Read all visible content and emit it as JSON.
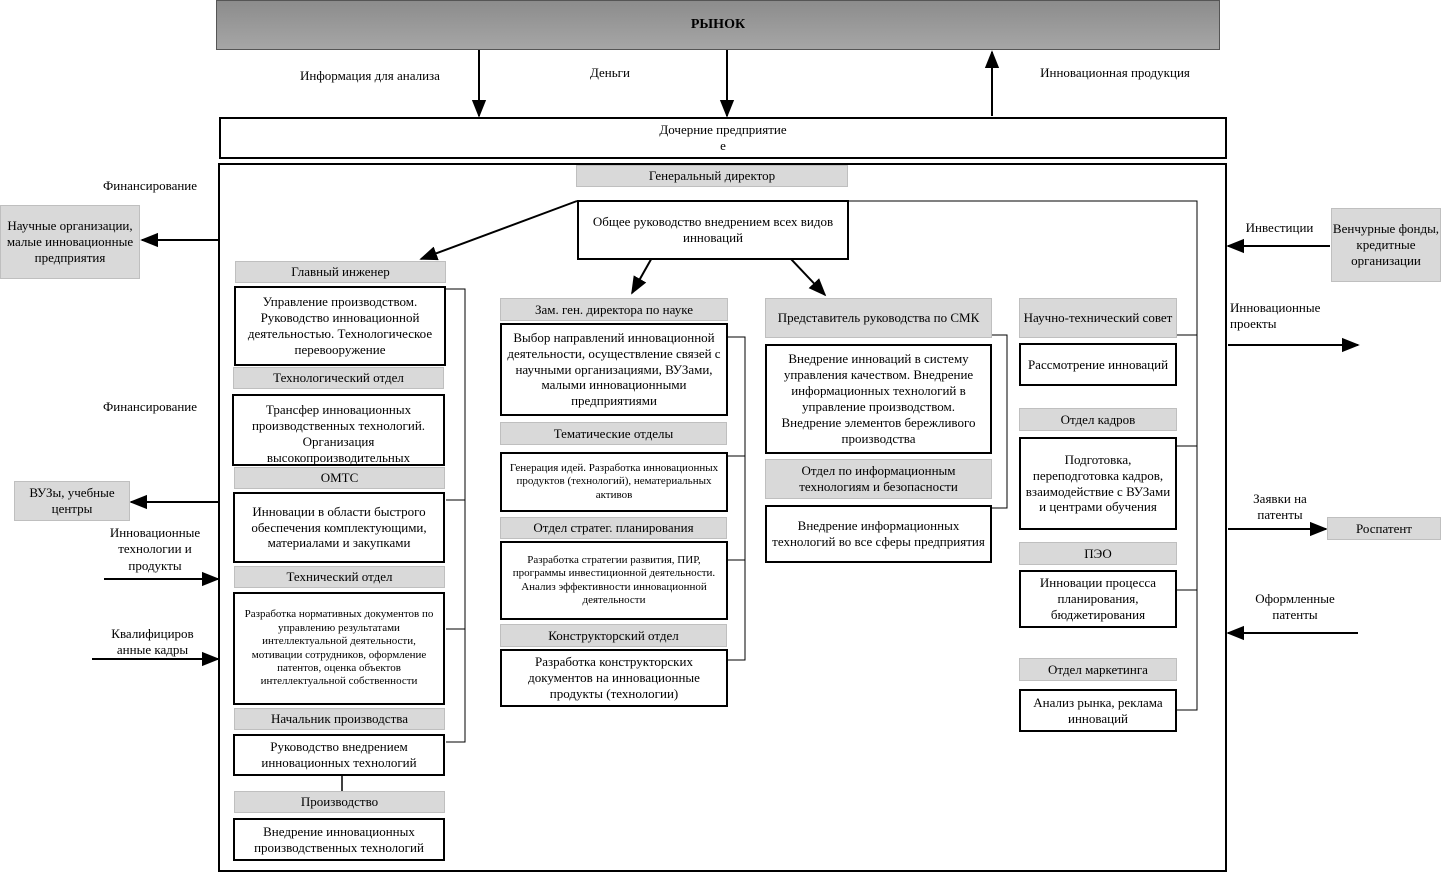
{
  "market": "РЫНОК",
  "flows": {
    "info": "Информация для анализа",
    "money": "Деньги",
    "innov_product": "Инновационная продукция"
  },
  "subsidiary": "Дочерние предприятие\nе",
  "left": {
    "financing1": "Финансирование",
    "science_orgs": "Научные организации, малые инновационные предприятия",
    "financing2": "Финансирование",
    "universities": "ВУЗы, учебные центры",
    "innov_tech": "Инновационные технологии и продукты",
    "qualified": "Квалифициров анные кадры"
  },
  "right": {
    "investments": "Инвестиции",
    "venture": "Венчурные фонды, кредитные организации",
    "innov_projects": "Инновационные проекты",
    "patent_requests": "Заявки на патенты",
    "rospatent": "Роспатент",
    "issued_patents": "Оформленные патенты"
  },
  "top": {
    "gen_dir": "Генеральный директор",
    "general_mgmt": "Общее руководство внедрением всех видов инноваций"
  },
  "col1": {
    "chief_eng": "Главный инженер",
    "chief_eng_desc": "Управление производством. Руководство инновационной деятельностью. Технологическое перевооружение",
    "tech_dept": "Технологический отдел",
    "tech_dept_desc": "Трансфер инновационных производственных технологий. Организация высокопроизводительных",
    "omts": "ОМТС",
    "omts_desc": "Инновации в области быстрого обеспечения комплектующими, материалами и закупками",
    "technical_dept": "Технический отдел",
    "technical_dept_desc": "Разработка нормативных документов по управлению результатами интеллектуальной деятельности, мотивации сотрудников, оформление патентов, оценка объектов интеллектуальной собственности",
    "prod_head": "Начальник производства",
    "prod_head_desc": "Руководство внедрением инновационных технологий",
    "production": "Производство",
    "production_desc": "Внедрение инновационных производственных технологий"
  },
  "col2": {
    "deputy": "Зам. ген. директора по науке",
    "deputy_desc": "Выбор направлений инновационной деятельности, осуществление связей с научными организациями, ВУЗами, малыми инновационными предприятиями",
    "thematic": "Тематические отделы",
    "thematic_desc": "Генерация идей. Разработка инновационных продуктов (технологий), нематериальных активов",
    "strategy": "Отдел стратег. планирования",
    "strategy_desc": "Разработка стратегии развития, ПИР, программы инвестиционной деятельности. Анализ эффективности инновационной деятельности",
    "design": "Конструкторский отдел",
    "design_desc": "Разработка конструкторских документов на инновационные продукты (технологии)"
  },
  "col3": {
    "qms_rep": "Представитель руководства по СМК",
    "qms_desc": "Внедрение инноваций в систему управления качеством. Внедрение информационных технологий в управление производством. Внедрение элементов бережливого производства",
    "it_dept": "Отдел по информационным технологиям и безопасности",
    "it_desc": "Внедрение информационных технологий во все сферы предприятия"
  },
  "col4": {
    "council": "Научно-технический совет",
    "council_desc": "Рассмотрение инноваций",
    "hr": "Отдел кадров",
    "hr_desc": "Подготовка, переподготовка кадров, взаимодействие с ВУЗами и центрами обучения",
    "peo": "ПЭО",
    "peo_desc": "Инновации процесса планирования, бюджетирования",
    "marketing": "Отдел маркетинга",
    "marketing_desc": "Анализ рынка, реклама инноваций"
  }
}
